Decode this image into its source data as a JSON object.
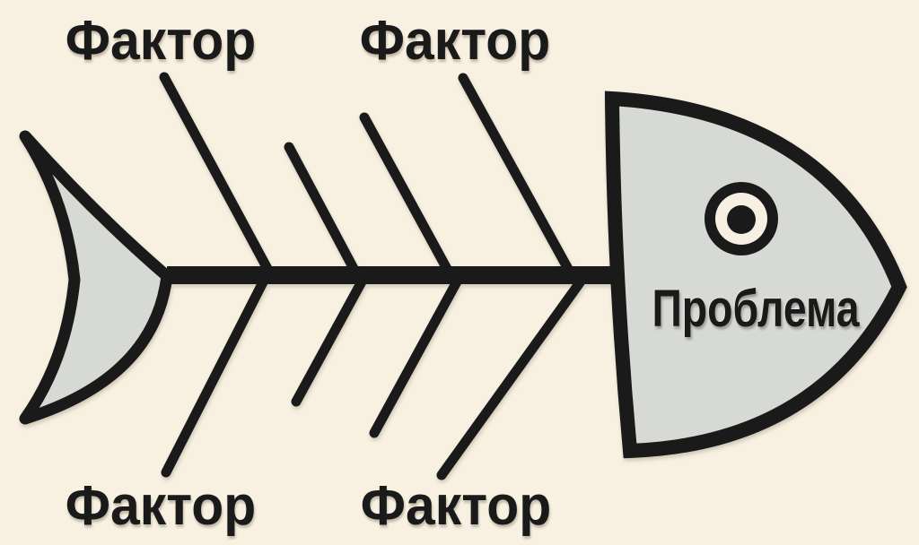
{
  "diagram": {
    "kind": "ishikawa-fishbone",
    "problem": {
      "label": "Проблема"
    },
    "factors": [
      {
        "position": "top-left",
        "label": "Фактор"
      },
      {
        "position": "top-right",
        "label": "Фактор"
      },
      {
        "position": "bottom-left",
        "label": "Фактор"
      },
      {
        "position": "bottom-right",
        "label": "Фактор"
      }
    ],
    "rib_count_top": 4,
    "rib_count_bottom": 4
  },
  "colors": {
    "background": "#f8f0e1",
    "fill-grey": "#d6d9d4",
    "ink": "#1a1a1a",
    "eye-cream": "#f6efe2"
  }
}
